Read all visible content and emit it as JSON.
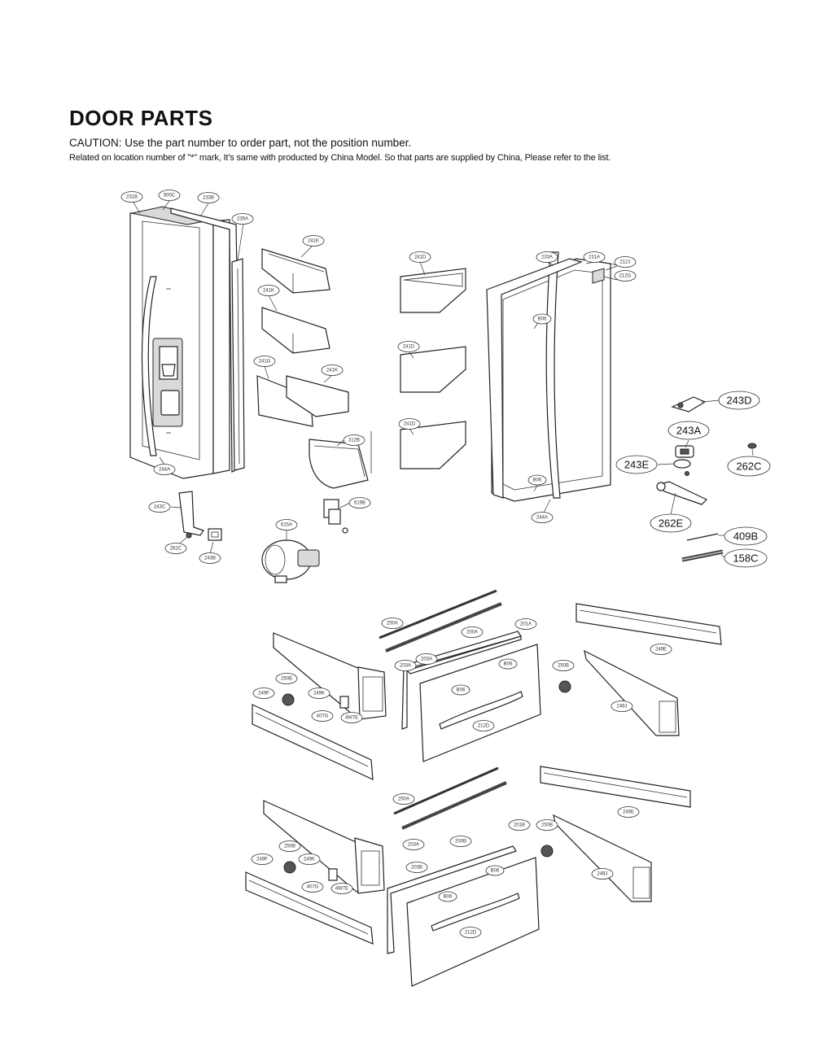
{
  "header": {
    "title": "DOOR PARTS",
    "caution": "CAUTION: Use the part number to order part, not the position number.",
    "note": "Related on location number of \"*\" mark, It's same with producted by China Model. So that parts are supplied by China, Please refer to the list."
  },
  "callouts": [
    {
      "id": "c1",
      "label": "231B"
    },
    {
      "id": "c2",
      "label": "500C"
    },
    {
      "id": "c3",
      "label": "233B"
    },
    {
      "id": "c4",
      "label": "235A"
    },
    {
      "id": "c5",
      "label": "241K"
    },
    {
      "id": "c6",
      "label": "241K"
    },
    {
      "id": "c7",
      "label": "241G"
    },
    {
      "id": "c8",
      "label": "241K"
    },
    {
      "id": "c9",
      "label": "312B"
    },
    {
      "id": "c10",
      "label": "244A"
    },
    {
      "id": "c11",
      "label": "243C"
    },
    {
      "id": "c12",
      "label": "262C"
    },
    {
      "id": "c13",
      "label": "243B"
    },
    {
      "id": "c14",
      "label": "615A"
    },
    {
      "id": "c15",
      "label": "619B"
    },
    {
      "id": "c16",
      "label": "241D"
    },
    {
      "id": "c17",
      "label": "241D"
    },
    {
      "id": "c18",
      "label": "241D"
    },
    {
      "id": "c19",
      "label": "233A"
    },
    {
      "id": "c20",
      "label": "231A"
    },
    {
      "id": "c21",
      "label": "212J"
    },
    {
      "id": "c22",
      "label": "212G"
    },
    {
      "id": "c23",
      "label": "B06"
    },
    {
      "id": "c24",
      "label": "B06"
    },
    {
      "id": "c25",
      "label": "244A"
    },
    {
      "id": "c26",
      "label": "243D",
      "big": true
    },
    {
      "id": "c27",
      "label": "243A",
      "big": true
    },
    {
      "id": "c28",
      "label": "243E",
      "big": true
    },
    {
      "id": "c29",
      "label": "262C",
      "big": true
    },
    {
      "id": "c30",
      "label": "262E",
      "big": true
    },
    {
      "id": "c31",
      "label": "409B",
      "big": true
    },
    {
      "id": "c32",
      "label": "158C",
      "big": true
    },
    {
      "id": "c33",
      "label": "250A"
    },
    {
      "id": "c34",
      "label": "203A"
    },
    {
      "id": "c35",
      "label": "200A"
    },
    {
      "id": "c36",
      "label": "201A"
    },
    {
      "id": "c37",
      "label": "203A"
    },
    {
      "id": "c38",
      "label": "B06"
    },
    {
      "id": "c39",
      "label": "B06"
    },
    {
      "id": "c40",
      "label": "212D"
    },
    {
      "id": "c41",
      "label": "250B"
    },
    {
      "id": "c42",
      "label": "249E"
    },
    {
      "id": "c43",
      "label": "249J"
    },
    {
      "id": "c44",
      "label": "250B"
    },
    {
      "id": "c45",
      "label": "249F"
    },
    {
      "id": "c46",
      "label": "249K"
    },
    {
      "id": "c47",
      "label": "407G"
    },
    {
      "id": "c48",
      "label": "4W7E"
    },
    {
      "id": "c49",
      "label": "250A"
    },
    {
      "id": "c50",
      "label": "203A"
    },
    {
      "id": "c51",
      "label": "200B"
    },
    {
      "id": "c52",
      "label": "201B"
    },
    {
      "id": "c53",
      "label": "203B"
    },
    {
      "id": "c54",
      "label": "B06"
    },
    {
      "id": "c55",
      "label": "B06"
    },
    {
      "id": "c56",
      "label": "212D"
    },
    {
      "id": "c57",
      "label": "250B"
    },
    {
      "id": "c58",
      "label": "249E"
    },
    {
      "id": "c59",
      "label": "249J"
    },
    {
      "id": "c60",
      "label": "250B"
    },
    {
      "id": "c61",
      "label": "249F"
    },
    {
      "id": "c62",
      "label": "249K"
    },
    {
      "id": "c63",
      "label": "407G"
    },
    {
      "id": "c64",
      "label": "4W7E"
    }
  ]
}
